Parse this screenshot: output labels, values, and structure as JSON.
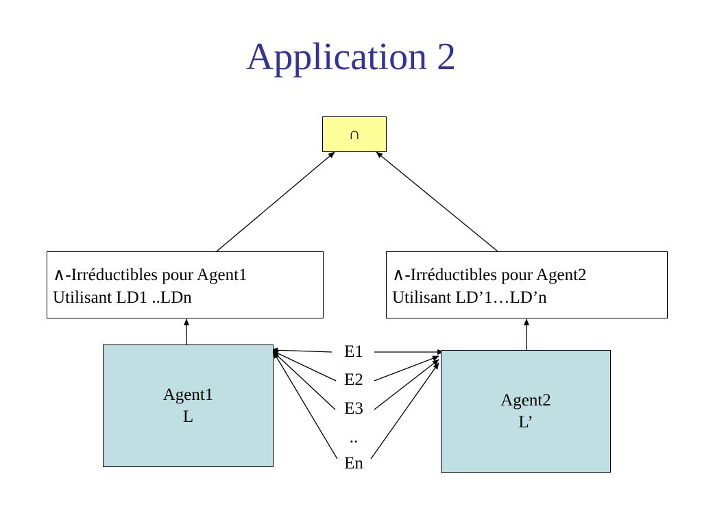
{
  "slide": {
    "title": "Application 2"
  },
  "result_box": {
    "symbol": "∩",
    "fill_color": "#FFFF99"
  },
  "irreducibles": {
    "agent1": {
      "symbol": "∧",
      "line1_text": "-Irréductibles pour Agent1",
      "line2": "Utilisant LD1 ..LDn"
    },
    "agent2": {
      "symbol": "∧",
      "line1_text": "-Irréductibles pour Agent2",
      "line2": "Utilisant LD’1…LD’n"
    }
  },
  "agents": {
    "agent1": {
      "name": "Agent1",
      "language": "L"
    },
    "agent2": {
      "name": "Agent2",
      "language": "L’"
    },
    "fill_color": "#BFDFE3"
  },
  "exchanges": [
    "E1",
    "E2",
    "E3",
    "..",
    "En"
  ],
  "colors": {
    "title": "#333399",
    "lines": "#000000"
  }
}
